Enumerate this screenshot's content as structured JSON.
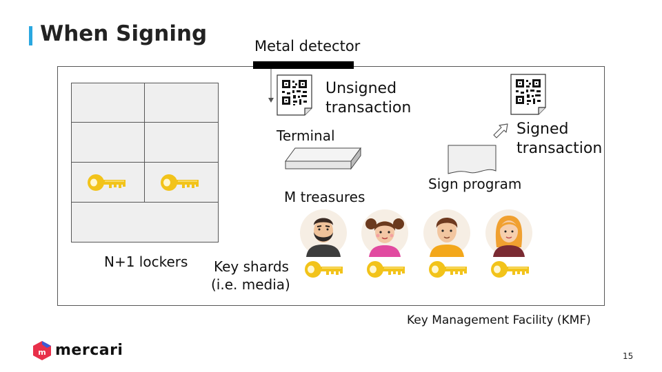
{
  "header": {
    "title": "When Signing"
  },
  "labels": {
    "metal_detector": "Metal detector",
    "unsigned_line1": "Unsigned",
    "unsigned_line2": "transaction",
    "terminal": "Terminal",
    "signed_line1": "Signed",
    "signed_line2": "transaction",
    "sign_program": "Sign program",
    "m_treasures": "M treasures",
    "lockers": "N+1 lockers",
    "key_shards_line1": "Key shards",
    "key_shards_line2": "(i.e. media)",
    "kmf": "Key Management Facility (KMF)"
  },
  "footer": {
    "brand": "mercari",
    "page_number": "15"
  },
  "colors": {
    "accent": "#2aa7e0",
    "key_gold": "#f2c31a",
    "locker_fill": "#efefef",
    "brand_red": "#e8304a",
    "brand_blue": "#3b5bd6"
  },
  "icons": {
    "qr": "qr-document-icon",
    "key": "key-icon",
    "terminal": "terminal-box-icon",
    "document": "document-icon",
    "arrow": "hollow-arrow-icon",
    "person": "person-avatar-icon"
  },
  "treasures": [
    {
      "name": "bearded-man"
    },
    {
      "name": "girl-pigtails"
    },
    {
      "name": "young-man"
    },
    {
      "name": "blonde-woman"
    }
  ]
}
